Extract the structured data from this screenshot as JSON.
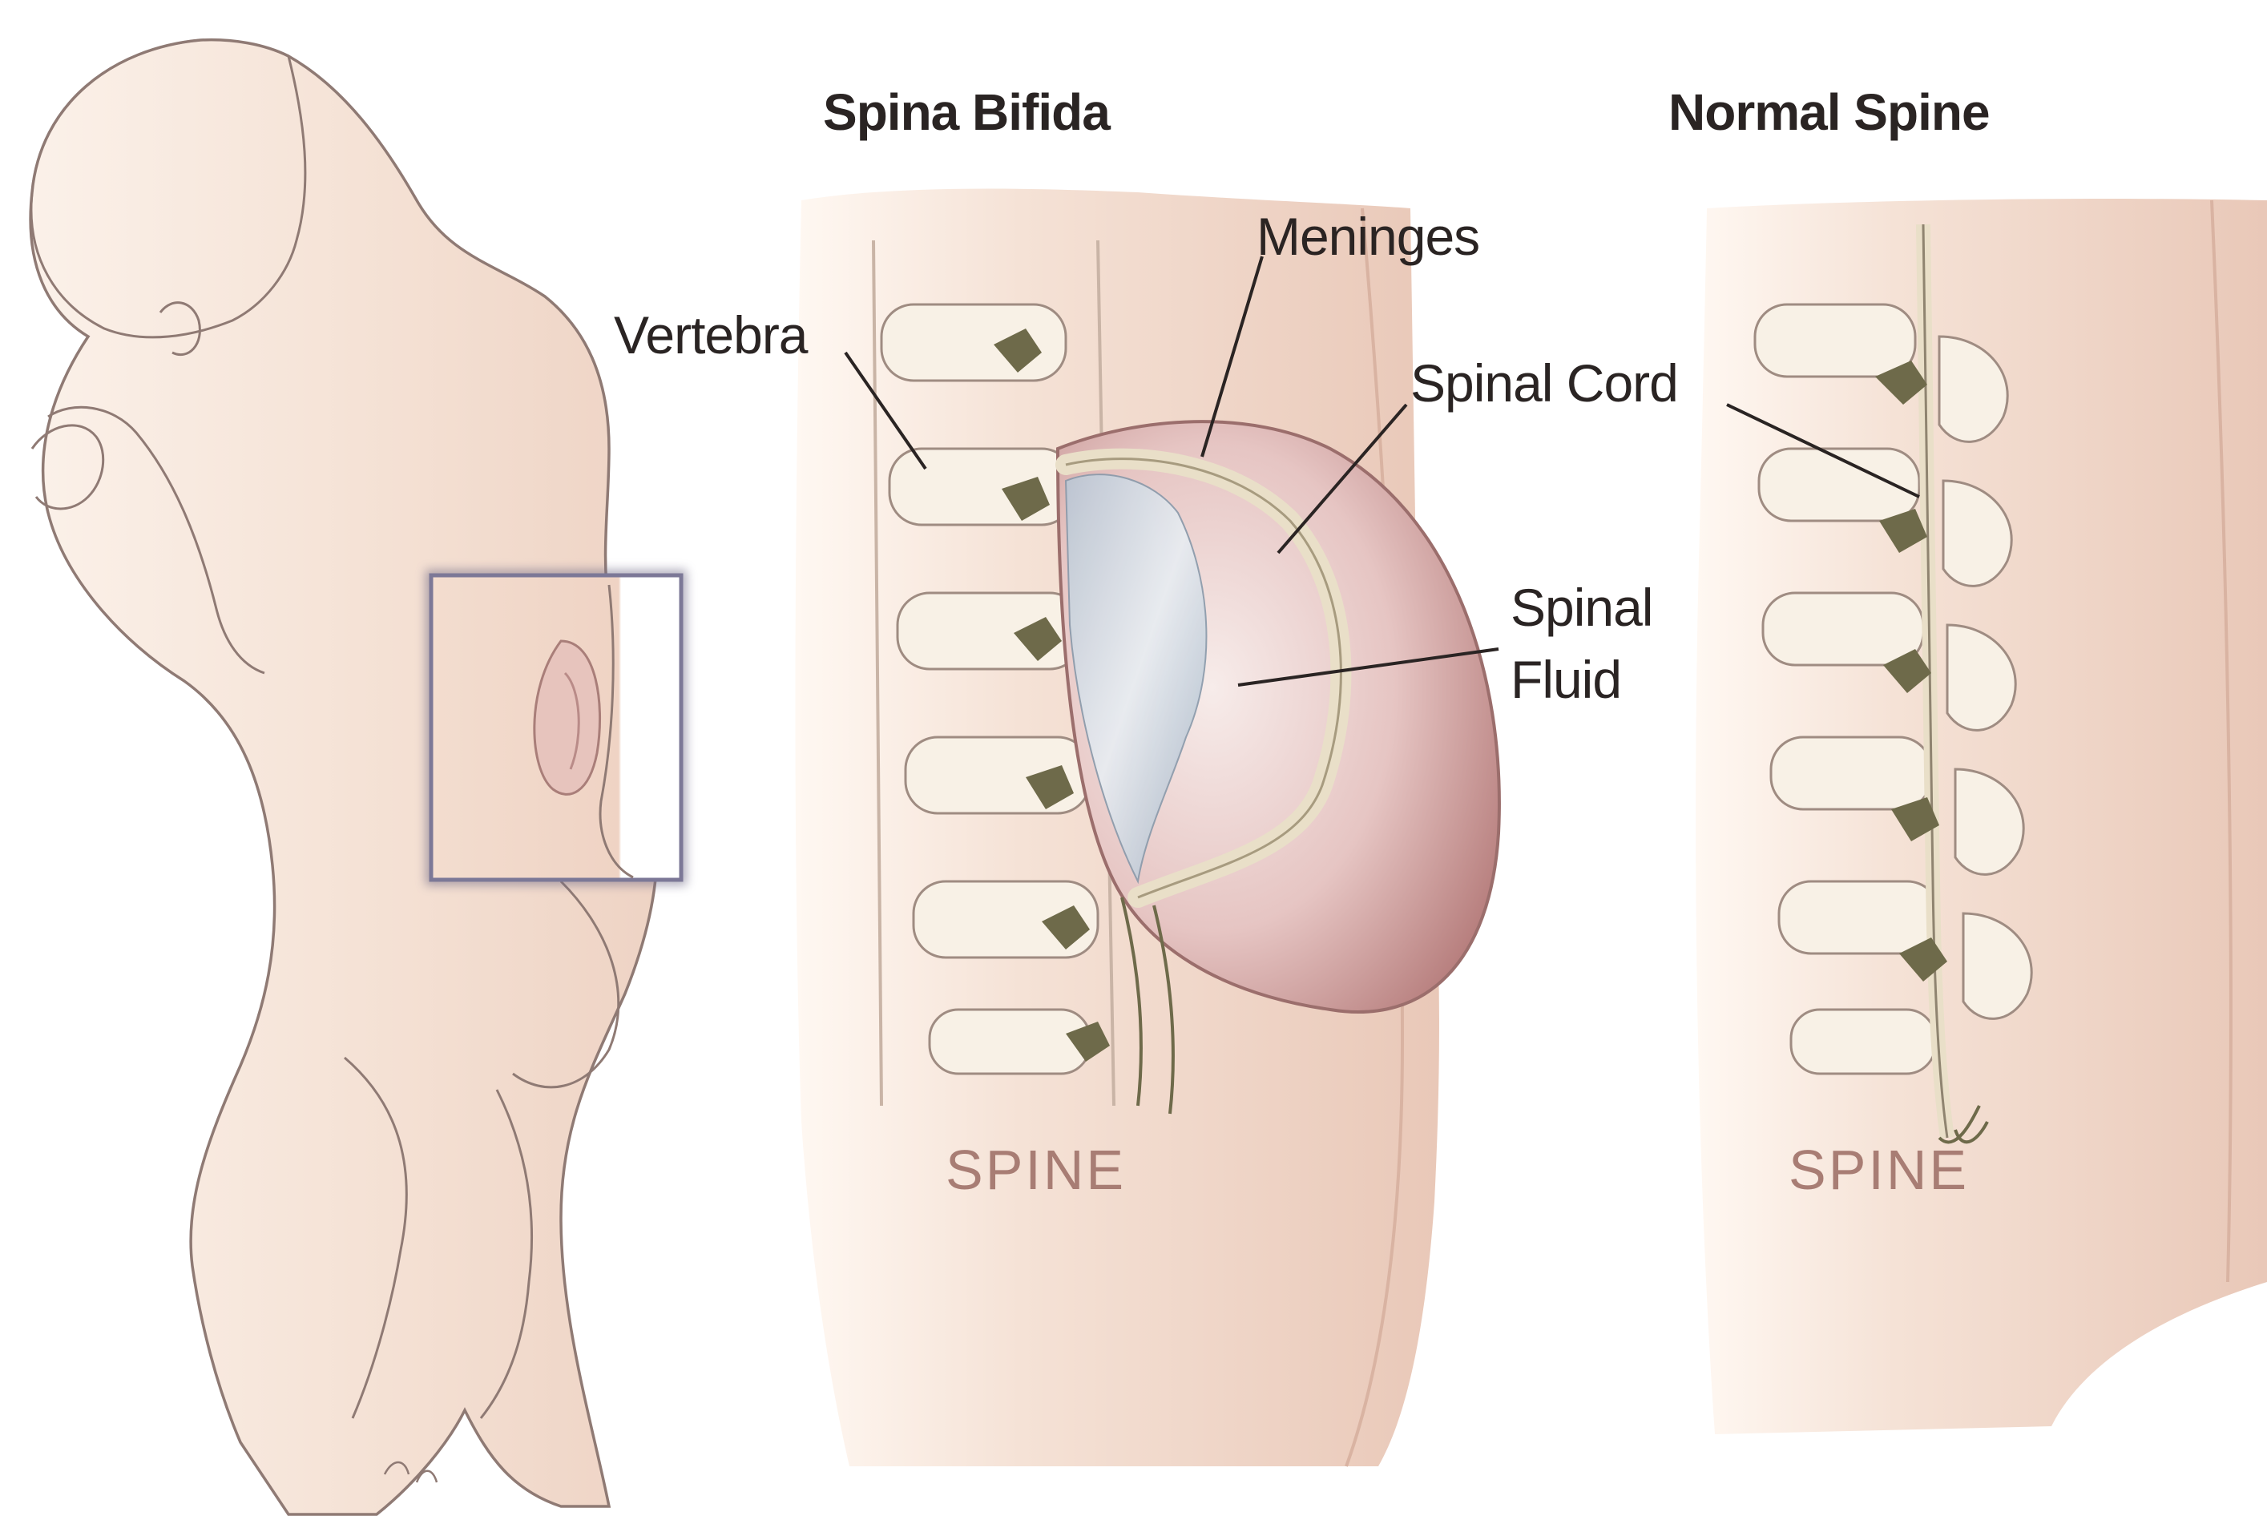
{
  "titles": {
    "left_panel": "Spina Bifida",
    "right_panel": "Normal Spine"
  },
  "labels": {
    "vertebra": "Vertebra",
    "meninges": "Meninges",
    "spinal_cord": "Spinal Cord",
    "spinal_fluid_line1": "Spinal",
    "spinal_fluid_line2": "Fluid",
    "spine_left": "SPINE",
    "spine_right": "SPINE"
  },
  "colors": {
    "skin": "#f3dfd1",
    "skin_shadow": "#e7c8b8",
    "outline": "#8f7a74",
    "bone": "#f8f1e6",
    "bone_outline": "#9f8c82",
    "nerve": "#6e6a4a",
    "sac": "#c48e8c",
    "sac_light": "#e9d2d0",
    "text": "#2a2423",
    "spine_text": "#a87d74"
  }
}
